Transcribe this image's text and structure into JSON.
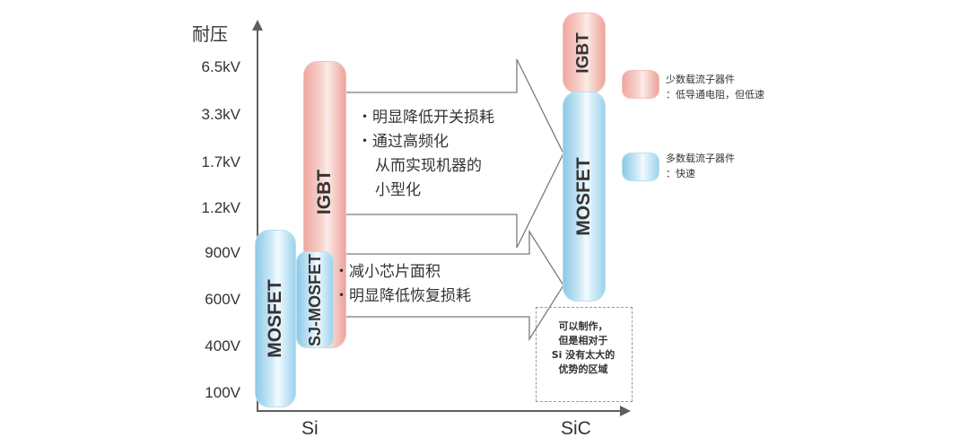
{
  "axis": {
    "title": "耐压",
    "ticks": [
      "6.5kV",
      "3.3kV",
      "1.7kV",
      "1.2kV",
      "900V",
      "600V",
      "400V",
      "100V"
    ]
  },
  "categories": {
    "si": "Si",
    "sic": "SiC"
  },
  "devices": {
    "si_mosfet": "MOSFET",
    "sj_mosfet": "SJ-MOSFET",
    "si_igbt": "IGBT",
    "sic_igbt": "IGBT",
    "sic_mosfet": "MOSFET"
  },
  "upper_arrow": {
    "lines": [
      "・明显降低开关损耗",
      "・通过高频化",
      "从而实现机器的",
      "小型化"
    ]
  },
  "lower_arrow": {
    "lines": [
      "・减小芯片面积",
      "・明显降低恢复损耗"
    ]
  },
  "note": {
    "lines": [
      "可以制作，",
      "但是相对于",
      "Si 没有太大的",
      "优势的区域"
    ]
  },
  "legend": {
    "minority": [
      "少数载流子器件",
      "：低导通电阻，但低速"
    ],
    "majority": [
      "多数载流子器件",
      "：快速"
    ]
  },
  "colors": {
    "blue": "#8cc9e6",
    "pink": "#efa79f",
    "axis": "#5f5f5f"
  }
}
